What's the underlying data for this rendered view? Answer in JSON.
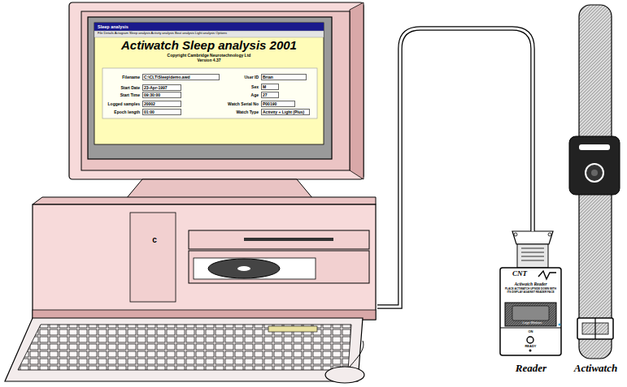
{
  "diagram": {
    "nodes": [
      {
        "text": [
          "Sleep analysis",
          "File Details Actogram Sleep analysis Activity analysis Bout analysis Light analysis Options",
          "Actiwatch Sleep analysis 2001",
          "Copyright Cambridge Neurotechnology Ltd",
          "Version 4.37",
          "Filename",
          "C:\\CLT\\Sleep\\demo.awd",
          "Start Date",
          "23-Apr-1997",
          "Start Time",
          "09:30:00",
          "Logged samples",
          "20002",
          "Epoch length",
          "01:00",
          "User ID",
          "Brian",
          "Sex",
          "M",
          "Age",
          "27",
          "Watch Serial No",
          "P00190",
          "Watch Type",
          "Activity + Light (Plus)",
          "c"
        ]
      },
      {
        "text": [
          "CNT",
          "Actiwatch Reader",
          "PLACE ACTIWATCH UPSIDE DOWN WITH ITS DISPLAY AGAINST READER FACE",
          "Large Windows",
          "ON",
          "READY",
          "Reader"
        ]
      },
      {
        "text": [
          "Actiwatch"
        ]
      }
    ],
    "edges": [
      {
        "from": 0,
        "to": 1,
        "arrow": "none"
      }
    ]
  }
}
